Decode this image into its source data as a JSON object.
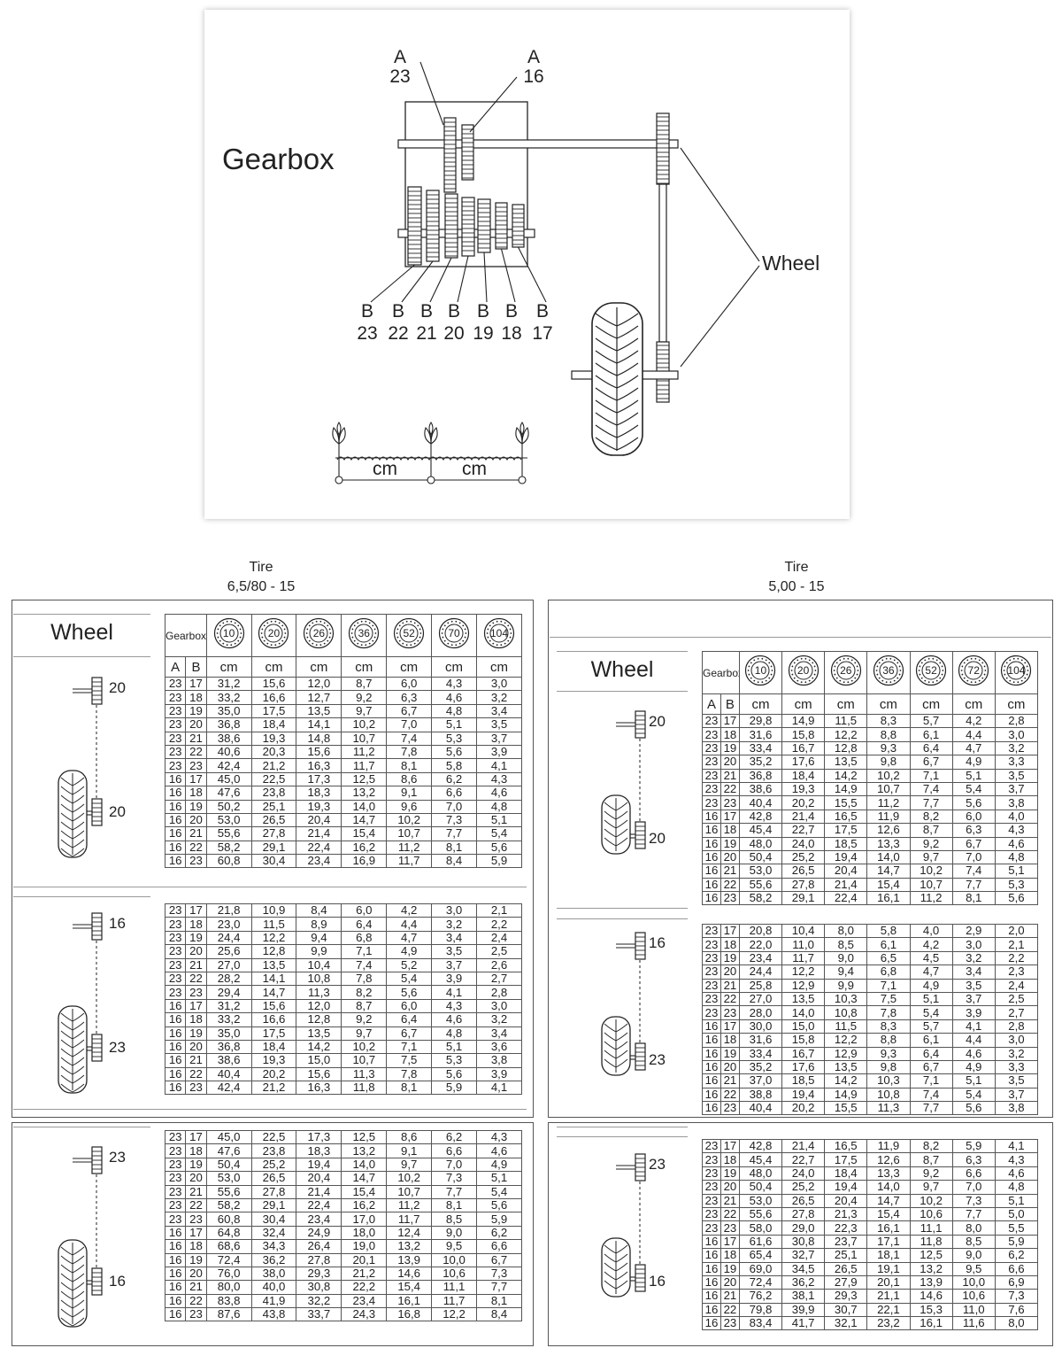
{
  "diagram": {
    "title": "Gearbox",
    "wheel_label": "Wheel",
    "a_gears": [
      {
        "letter": "A",
        "teeth": "23"
      },
      {
        "letter": "A",
        "teeth": "16"
      }
    ],
    "b_gears": [
      {
        "letter": "B",
        "teeth": "23"
      },
      {
        "letter": "B",
        "teeth": "22"
      },
      {
        "letter": "B",
        "teeth": "21"
      },
      {
        "letter": "B",
        "teeth": "20"
      },
      {
        "letter": "B",
        "teeth": "19"
      },
      {
        "letter": "B",
        "teeth": "18"
      },
      {
        "letter": "B",
        "teeth": "17"
      }
    ],
    "spacing_unit": "cm"
  },
  "left": {
    "tire_title": "Tire",
    "tire_size": "6,5/80 - 15",
    "wheel_label": "Wheel",
    "gearbox_label": "Gearbox",
    "disc_holes": [
      "10",
      "20",
      "26",
      "36",
      "52",
      "70",
      "104"
    ],
    "col_a": "A",
    "col_b": "B",
    "unit": "cm",
    "sections": [
      {
        "top_sprocket": "20",
        "bottom_sprocket": "20",
        "rows": [
          [
            "23",
            "17",
            "31,2",
            "15,6",
            "12,0",
            "8,7",
            "6,0",
            "4,3",
            "3,0"
          ],
          [
            "23",
            "18",
            "33,2",
            "16,6",
            "12,7",
            "9,2",
            "6,3",
            "4,6",
            "3,2"
          ],
          [
            "23",
            "19",
            "35,0",
            "17,5",
            "13,5",
            "9,7",
            "6,7",
            "4,8",
            "3,4"
          ],
          [
            "23",
            "20",
            "36,8",
            "18,4",
            "14,1",
            "10,2",
            "7,0",
            "5,1",
            "3,5"
          ],
          [
            "23",
            "21",
            "38,6",
            "19,3",
            "14,8",
            "10,7",
            "7,4",
            "5,3",
            "3,7"
          ],
          [
            "23",
            "22",
            "40,6",
            "20,3",
            "15,6",
            "11,2",
            "7,8",
            "5,6",
            "3,9"
          ],
          [
            "23",
            "23",
            "42,4",
            "21,2",
            "16,3",
            "11,7",
            "8,1",
            "5,8",
            "4,1"
          ],
          [
            "16",
            "17",
            "45,0",
            "22,5",
            "17,3",
            "12,5",
            "8,6",
            "6,2",
            "4,3"
          ],
          [
            "16",
            "18",
            "47,6",
            "23,8",
            "18,3",
            "13,2",
            "9,1",
            "6,6",
            "4,6"
          ],
          [
            "16",
            "19",
            "50,2",
            "25,1",
            "19,3",
            "14,0",
            "9,6",
            "7,0",
            "4,8"
          ],
          [
            "16",
            "20",
            "53,0",
            "26,5",
            "20,4",
            "14,7",
            "10,2",
            "7,3",
            "5,1"
          ],
          [
            "16",
            "21",
            "55,6",
            "27,8",
            "21,4",
            "15,4",
            "10,7",
            "7,7",
            "5,4"
          ],
          [
            "16",
            "22",
            "58,2",
            "29,1",
            "22,4",
            "16,2",
            "11,2",
            "8,1",
            "5,6"
          ],
          [
            "16",
            "23",
            "60,8",
            "30,4",
            "23,4",
            "16,9",
            "11,7",
            "8,4",
            "5,9"
          ]
        ]
      },
      {
        "top_sprocket": "16",
        "bottom_sprocket": "23",
        "rows": [
          [
            "23",
            "17",
            "21,8",
            "10,9",
            "8,4",
            "6,0",
            "4,2",
            "3,0",
            "2,1"
          ],
          [
            "23",
            "18",
            "23,0",
            "11,5",
            "8,9",
            "6,4",
            "4,4",
            "3,2",
            "2,2"
          ],
          [
            "23",
            "19",
            "24,4",
            "12,2",
            "9,4",
            "6,8",
            "4,7",
            "3,4",
            "2,4"
          ],
          [
            "23",
            "20",
            "25,6",
            "12,8",
            "9,9",
            "7,1",
            "4,9",
            "3,5",
            "2,5"
          ],
          [
            "23",
            "21",
            "27,0",
            "13,5",
            "10,4",
            "7,4",
            "5,2",
            "3,7",
            "2,6"
          ],
          [
            "23",
            "22",
            "28,2",
            "14,1",
            "10,8",
            "7,8",
            "5,4",
            "3,9",
            "2,7"
          ],
          [
            "23",
            "23",
            "29,4",
            "14,7",
            "11,3",
            "8,2",
            "5,6",
            "4,1",
            "2,8"
          ],
          [
            "16",
            "17",
            "31,2",
            "15,6",
            "12,0",
            "8,7",
            "6,0",
            "4,3",
            "3,0"
          ],
          [
            "16",
            "18",
            "33,2",
            "16,6",
            "12,8",
            "9,2",
            "6,4",
            "4,6",
            "3,2"
          ],
          [
            "16",
            "19",
            "35,0",
            "17,5",
            "13,5",
            "9,7",
            "6,7",
            "4,8",
            "3,4"
          ],
          [
            "16",
            "20",
            "36,8",
            "18,4",
            "14,2",
            "10,2",
            "7,1",
            "5,1",
            "3,6"
          ],
          [
            "16",
            "21",
            "38,6",
            "19,3",
            "15,0",
            "10,7",
            "7,5",
            "5,3",
            "3,8"
          ],
          [
            "16",
            "22",
            "40,4",
            "20,2",
            "15,6",
            "11,3",
            "7,8",
            "5,6",
            "3,9"
          ],
          [
            "16",
            "23",
            "42,4",
            "21,2",
            "16,3",
            "11,8",
            "8,1",
            "5,9",
            "4,1"
          ]
        ]
      },
      {
        "top_sprocket": "23",
        "bottom_sprocket": "16",
        "rows": [
          [
            "23",
            "17",
            "45,0",
            "22,5",
            "17,3",
            "12,5",
            "8,6",
            "6,2",
            "4,3"
          ],
          [
            "23",
            "18",
            "47,6",
            "23,8",
            "18,3",
            "13,2",
            "9,1",
            "6,6",
            "4,6"
          ],
          [
            "23",
            "19",
            "50,4",
            "25,2",
            "19,4",
            "14,0",
            "9,7",
            "7,0",
            "4,9"
          ],
          [
            "23",
            "20",
            "53,0",
            "26,5",
            "20,4",
            "14,7",
            "10,2",
            "7,3",
            "5,1"
          ],
          [
            "23",
            "21",
            "55,6",
            "27,8",
            "21,4",
            "15,4",
            "10,7",
            "7,7",
            "5,4"
          ],
          [
            "23",
            "22",
            "58,2",
            "29,1",
            "22,4",
            "16,2",
            "11,2",
            "8,1",
            "5,6"
          ],
          [
            "23",
            "23",
            "60,8",
            "30,4",
            "23,4",
            "17,0",
            "11,7",
            "8,5",
            "5,9"
          ],
          [
            "16",
            "17",
            "64,8",
            "32,4",
            "24,9",
            "18,0",
            "12,4",
            "9,0",
            "6,2"
          ],
          [
            "16",
            "18",
            "68,6",
            "34,3",
            "26,4",
            "19,0",
            "13,2",
            "9,5",
            "6,6"
          ],
          [
            "16",
            "19",
            "72,4",
            "36,2",
            "27,8",
            "20,1",
            "13,9",
            "10,0",
            "6,7"
          ],
          [
            "16",
            "20",
            "76,0",
            "38,0",
            "29,3",
            "21,2",
            "14,6",
            "10,6",
            "7,3"
          ],
          [
            "16",
            "21",
            "80,0",
            "40,0",
            "30,8",
            "22,2",
            "15,4",
            "11,1",
            "7,7"
          ],
          [
            "16",
            "22",
            "83,8",
            "41,9",
            "32,2",
            "23,4",
            "16,1",
            "11,7",
            "8,1"
          ],
          [
            "16",
            "23",
            "87,6",
            "43,8",
            "33,7",
            "24,3",
            "16,8",
            "12,2",
            "8,4"
          ]
        ]
      }
    ]
  },
  "right": {
    "tire_title": "Tire",
    "tire_size": "5,00 - 15",
    "wheel_label": "Wheel",
    "gearbox_label": "Gearbox",
    "disc_holes": [
      "10",
      "20",
      "26",
      "36",
      "52",
      "72",
      "104"
    ],
    "col_a": "A",
    "col_b": "B",
    "unit": "cm",
    "sections": [
      {
        "top_sprocket": "20",
        "bottom_sprocket": "20",
        "rows": [
          [
            "23",
            "17",
            "29,8",
            "14,9",
            "11,5",
            "8,3",
            "5,7",
            "4,2",
            "2,8"
          ],
          [
            "23",
            "18",
            "31,6",
            "15,8",
            "12,2",
            "8,8",
            "6,1",
            "4,4",
            "3,0"
          ],
          [
            "23",
            "19",
            "33,4",
            "16,7",
            "12,8",
            "9,3",
            "6,4",
            "4,7",
            "3,2"
          ],
          [
            "23",
            "20",
            "35,2",
            "17,6",
            "13,5",
            "9,8",
            "6,7",
            "4,9",
            "3,3"
          ],
          [
            "23",
            "21",
            "36,8",
            "18,4",
            "14,2",
            "10,2",
            "7,1",
            "5,1",
            "3,5"
          ],
          [
            "23",
            "22",
            "38,6",
            "19,3",
            "14,9",
            "10,7",
            "7,4",
            "5,4",
            "3,7"
          ],
          [
            "23",
            "23",
            "40,4",
            "20,2",
            "15,5",
            "11,2",
            "7,7",
            "5,6",
            "3,8"
          ],
          [
            "16",
            "17",
            "42,8",
            "21,4",
            "16,5",
            "11,9",
            "8,2",
            "6,0",
            "4,0"
          ],
          [
            "16",
            "18",
            "45,4",
            "22,7",
            "17,5",
            "12,6",
            "8,7",
            "6,3",
            "4,3"
          ],
          [
            "16",
            "19",
            "48,0",
            "24,0",
            "18,5",
            "13,3",
            "9,2",
            "6,7",
            "4,6"
          ],
          [
            "16",
            "20",
            "50,4",
            "25,2",
            "19,4",
            "14,0",
            "9,7",
            "7,0",
            "4,8"
          ],
          [
            "16",
            "21",
            "53,0",
            "26,5",
            "20,4",
            "14,7",
            "10,2",
            "7,4",
            "5,1"
          ],
          [
            "16",
            "22",
            "55,6",
            "27,8",
            "21,4",
            "15,4",
            "10,7",
            "7,7",
            "5,3"
          ],
          [
            "16",
            "23",
            "58,2",
            "29,1",
            "22,4",
            "16,1",
            "11,2",
            "8,1",
            "5,6"
          ]
        ]
      },
      {
        "top_sprocket": "16",
        "bottom_sprocket": "23",
        "rows": [
          [
            "23",
            "17",
            "20,8",
            "10,4",
            "8,0",
            "5,8",
            "4,0",
            "2,9",
            "2,0"
          ],
          [
            "23",
            "18",
            "22,0",
            "11,0",
            "8,5",
            "6,1",
            "4,2",
            "3,0",
            "2,1"
          ],
          [
            "23",
            "19",
            "23,4",
            "11,7",
            "9,0",
            "6,5",
            "4,5",
            "3,2",
            "2,2"
          ],
          [
            "23",
            "20",
            "24,4",
            "12,2",
            "9,4",
            "6,8",
            "4,7",
            "3,4",
            "2,3"
          ],
          [
            "23",
            "21",
            "25,8",
            "12,9",
            "9,9",
            "7,1",
            "4,9",
            "3,5",
            "2,4"
          ],
          [
            "23",
            "22",
            "27,0",
            "13,5",
            "10,3",
            "7,5",
            "5,1",
            "3,7",
            "2,5"
          ],
          [
            "23",
            "23",
            "28,0",
            "14,0",
            "10,8",
            "7,8",
            "5,4",
            "3,9",
            "2,7"
          ],
          [
            "16",
            "17",
            "30,0",
            "15,0",
            "11,5",
            "8,3",
            "5,7",
            "4,1",
            "2,8"
          ],
          [
            "16",
            "18",
            "31,6",
            "15,8",
            "12,2",
            "8,8",
            "6,1",
            "4,4",
            "3,0"
          ],
          [
            "16",
            "19",
            "33,4",
            "16,7",
            "12,9",
            "9,3",
            "6,4",
            "4,6",
            "3,2"
          ],
          [
            "16",
            "20",
            "35,2",
            "17,6",
            "13,5",
            "9,8",
            "6,7",
            "4,9",
            "3,3"
          ],
          [
            "16",
            "21",
            "37,0",
            "18,5",
            "14,2",
            "10,3",
            "7,1",
            "5,1",
            "3,5"
          ],
          [
            "16",
            "22",
            "38,8",
            "19,4",
            "14,9",
            "10,8",
            "7,4",
            "5,4",
            "3,7"
          ],
          [
            "16",
            "23",
            "40,4",
            "20,2",
            "15,5",
            "11,3",
            "7,7",
            "5,6",
            "3,8"
          ]
        ]
      },
      {
        "top_sprocket": "23",
        "bottom_sprocket": "16",
        "rows": [
          [
            "23",
            "17",
            "42,8",
            "21,4",
            "16,5",
            "11,9",
            "8,2",
            "5,9",
            "4,1"
          ],
          [
            "23",
            "18",
            "45,4",
            "22,7",
            "17,5",
            "12,6",
            "8,7",
            "6,3",
            "4,3"
          ],
          [
            "23",
            "19",
            "48,0",
            "24,0",
            "18,4",
            "13,3",
            "9,2",
            "6,6",
            "4,6"
          ],
          [
            "23",
            "20",
            "50,4",
            "25,2",
            "19,4",
            "14,0",
            "9,7",
            "7,0",
            "4,8"
          ],
          [
            "23",
            "21",
            "53,0",
            "26,5",
            "20,4",
            "14,7",
            "10,2",
            "7,3",
            "5,1"
          ],
          [
            "23",
            "22",
            "55,6",
            "27,8",
            "21,3",
            "15,4",
            "10,6",
            "7,7",
            "5,0"
          ],
          [
            "23",
            "23",
            "58,0",
            "29,0",
            "22,3",
            "16,1",
            "11,1",
            "8,0",
            "5,5"
          ],
          [
            "16",
            "17",
            "61,6",
            "30,8",
            "23,7",
            "17,1",
            "11,8",
            "8,5",
            "5,9"
          ],
          [
            "16",
            "18",
            "65,4",
            "32,7",
            "25,1",
            "18,1",
            "12,5",
            "9,0",
            "6,2"
          ],
          [
            "16",
            "19",
            "69,0",
            "34,5",
            "26,5",
            "19,1",
            "13,2",
            "9,5",
            "6,6"
          ],
          [
            "16",
            "20",
            "72,4",
            "36,2",
            "27,9",
            "20,1",
            "13,9",
            "10,0",
            "6,9"
          ],
          [
            "16",
            "21",
            "76,2",
            "38,1",
            "29,3",
            "21,1",
            "14,6",
            "10,6",
            "7,3"
          ],
          [
            "16",
            "22",
            "79,8",
            "39,9",
            "30,7",
            "22,1",
            "15,3",
            "11,0",
            "7,6"
          ],
          [
            "16",
            "23",
            "83,4",
            "41,7",
            "32,1",
            "23,2",
            "16,1",
            "11,6",
            "8,0"
          ]
        ]
      }
    ]
  }
}
